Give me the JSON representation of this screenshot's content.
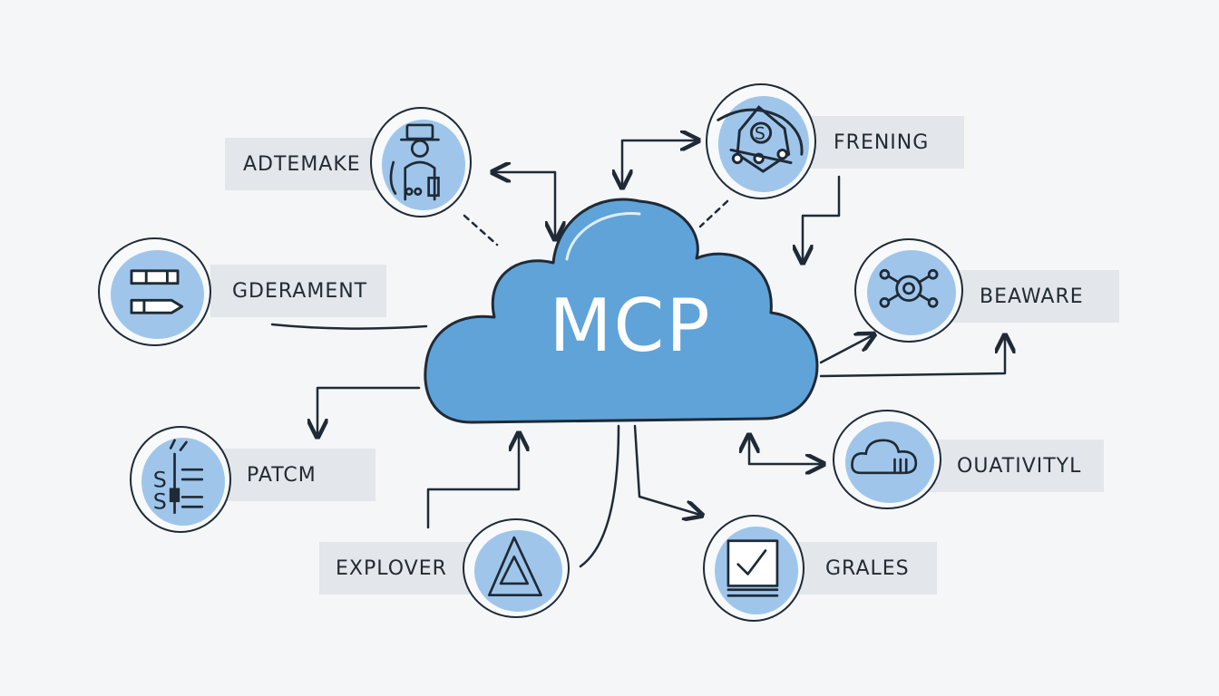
{
  "hub": {
    "title": "MCP",
    "fill_color": "#5fa3d9",
    "stroke_color": "#1f2a36"
  },
  "nodes": [
    {
      "id": "adtemake",
      "label": "ADTEMAKE",
      "icon": "person-with-hat-icon"
    },
    {
      "id": "frening",
      "label": "FRENING",
      "icon": "network-dollar-icon"
    },
    {
      "id": "gderament",
      "label": "GDERAMENT",
      "icon": "pencil-tools-icon"
    },
    {
      "id": "beaware",
      "label": "BEAWARE",
      "icon": "connected-hub-icon"
    },
    {
      "id": "patcm",
      "label": "PATCM",
      "icon": "document-list-icon"
    },
    {
      "id": "ouativityl",
      "label": "OUATIVITYL",
      "icon": "cloud-bars-icon"
    },
    {
      "id": "explover",
      "label": "EXPLOVER",
      "icon": "triangle-icon"
    },
    {
      "id": "grales",
      "label": "GRALES",
      "icon": "checklist-icon"
    }
  ],
  "colors": {
    "accent_blue": "#5fa3d9",
    "light_blue": "#8fbde6",
    "ink": "#1f2a36",
    "label_bg": "#e3e6ea",
    "background": "#f4f6f8"
  }
}
